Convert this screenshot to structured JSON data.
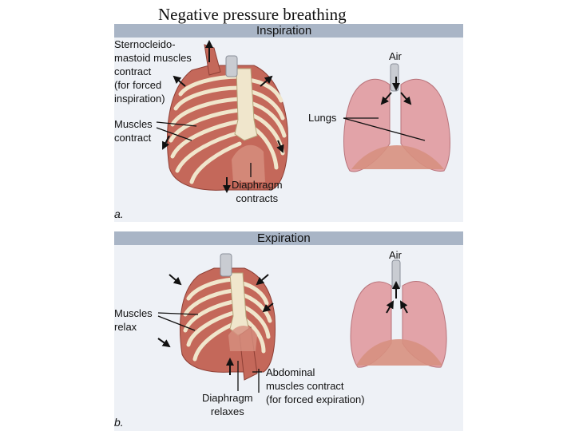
{
  "slide": {
    "title": "Negative pressure breathing"
  },
  "panel_a": {
    "header": "Inspiration",
    "letter": "a.",
    "labels": {
      "sternocleidomastoid": [
        "Sternocleido-",
        "mastoid muscles",
        "contract",
        "(for forced",
        "inspiration)"
      ],
      "muscles": [
        "Muscles",
        "contract"
      ],
      "diaphragm": [
        "Diaphragm",
        "contracts"
      ],
      "air": "Air",
      "lungs": "Lungs"
    }
  },
  "panel_b": {
    "header": "Expiration",
    "letter": "b.",
    "labels": {
      "muscles": [
        "Muscles",
        "relax"
      ],
      "abdominal": [
        "Abdominal",
        "muscles contract",
        "(for forced expiration)"
      ],
      "diaphragm": [
        "Diaphragm",
        "relaxes"
      ],
      "air": "Air"
    }
  },
  "colors": {
    "panel_bg": "#eef1f6",
    "header_bar": "#a9b5c6",
    "muscle": "#c4685a",
    "rib": "#f0e6cc",
    "lung": "#e2a3a8",
    "diaphragm": "#d7907f",
    "trachea": "#c9ccd2"
  }
}
